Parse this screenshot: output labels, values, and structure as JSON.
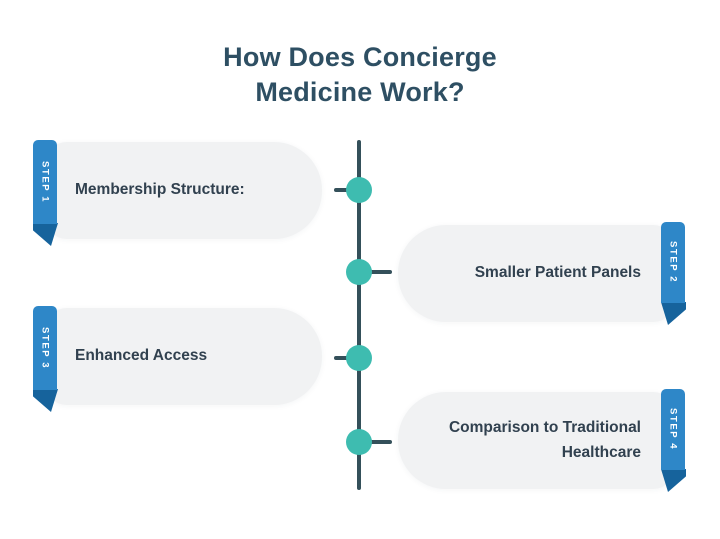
{
  "title": {
    "lines": [
      "How Does Concierge",
      "Medicine Work?"
    ]
  },
  "steps": [
    {
      "label": "STEP 1",
      "text": "Membership Structure:",
      "side": "left"
    },
    {
      "label": "STEP 2",
      "text": "Smaller Patient Panels",
      "side": "right"
    },
    {
      "label": "STEP 3",
      "text": "Enhanced Access",
      "side": "left"
    },
    {
      "label": "STEP 4",
      "text": "Comparison to Traditional Healthcare",
      "side": "right"
    }
  ],
  "timeline": {
    "node_count": 4,
    "node_shape": "circle"
  },
  "colors": {
    "title-color": "#2e4f63",
    "text-color": "#31414f",
    "card-bg": "#f1f2f3",
    "ribbon-color": "#2e87c8",
    "ribbon-fold": "#16639c",
    "line-color": "#34505a",
    "dot-color": "#3ebcb0"
  }
}
